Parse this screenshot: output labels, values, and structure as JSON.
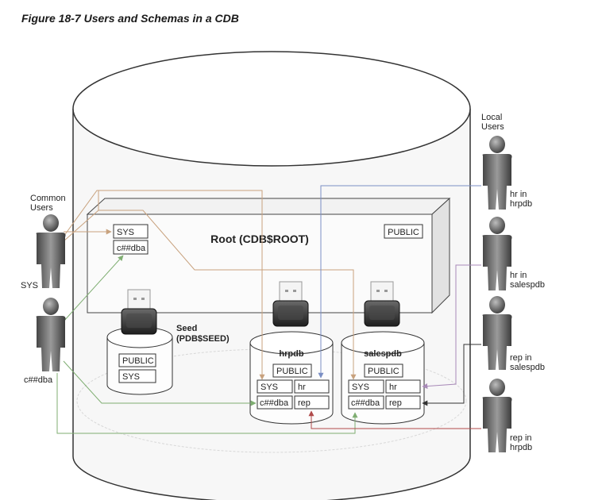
{
  "figure": {
    "title": "Figure 18-7 Users and Schemas in a CDB"
  },
  "root": {
    "label": "Root (CDB$ROOT)",
    "public_label": "PUBLIC",
    "schemas": [
      "SYS",
      "c##dba"
    ]
  },
  "seed": {
    "label_line1": "Seed",
    "label_line2": "(PDB$SEED)",
    "schemas": [
      "PUBLIC",
      "SYS"
    ]
  },
  "pdbs": [
    {
      "name": "hrpdb",
      "public_label": "PUBLIC",
      "schemas": [
        "SYS",
        "hr",
        "c##dba",
        "rep"
      ]
    },
    {
      "name": "salespdb",
      "public_label": "PUBLIC",
      "schemas": [
        "SYS",
        "hr",
        "c##dba",
        "rep"
      ]
    }
  ],
  "common_users": {
    "heading_line1": "Common",
    "heading_line2": "Users",
    "users": [
      "SYS",
      "c##dba"
    ]
  },
  "local_users": {
    "heading_line1": "Local",
    "heading_line2": "Users",
    "users": [
      {
        "line1": "hr in",
        "line2": "hrpdb"
      },
      {
        "line1": "hr in",
        "line2": "salespdb"
      },
      {
        "line1": "rep in",
        "line2": "salespdb"
      },
      {
        "line1": "rep in",
        "line2": "hrpdb"
      }
    ]
  },
  "colors": {
    "sys_arrow": "#c8a27e",
    "dba_arrow": "#7fae72",
    "hr_hrpdb_arrow": "#7b8fc4",
    "hr_salespdb_arrow": "#a88ab8",
    "rep_salespdb_arrow": "#333333",
    "rep_hrpdb_arrow": "#b04a4a"
  }
}
